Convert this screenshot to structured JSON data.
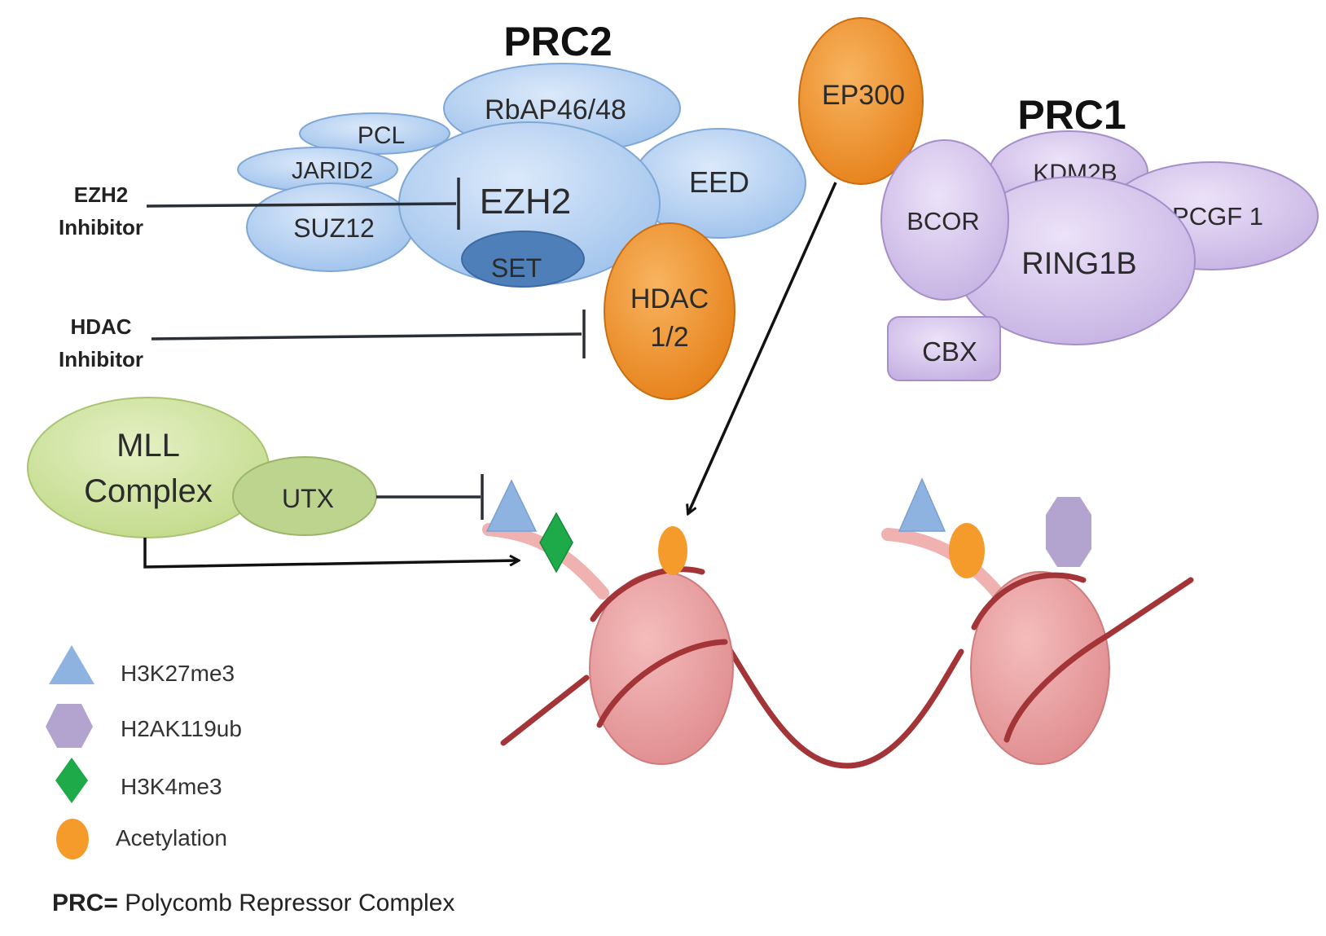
{
  "prc2": {
    "title": "PRC2",
    "proteins": {
      "rbap": "RbAP46/48",
      "pcl": "PCL",
      "jarid2": "JARID2",
      "suz12": "SUZ12",
      "ezh2": "EZH2",
      "set": "SET",
      "eed": "EED"
    }
  },
  "hdac": {
    "line1": "HDAC",
    "line2": "1/2"
  },
  "ep300": "EP300",
  "prc1": {
    "title": "PRC1",
    "proteins": {
      "kdm2b": "KDM2B",
      "bcor": "BCOR",
      "pcgf1": "PCGF 1",
      "ring1b": "RING1B",
      "cbx": "CBX"
    }
  },
  "inhibitors": {
    "ezh2": {
      "line1": "EZH2",
      "line2": "Inhibitor"
    },
    "hdac": {
      "line1": "HDAC",
      "line2": "Inhibitor"
    }
  },
  "mll": {
    "line1": "MLL",
    "line2": "Complex",
    "utx": "UTX"
  },
  "legend": [
    {
      "label": "H3K27me3",
      "shape": "triangle",
      "color": "#8fb3e0"
    },
    {
      "label": "H2AK119ub",
      "shape": "hexagon",
      "color": "#b3a3cf"
    },
    {
      "label": "H3K4me3",
      "shape": "diamond",
      "color": "#1faa4a"
    },
    {
      "label": "Acetylation",
      "shape": "circle",
      "color": "#f59b2b"
    }
  ],
  "footnote": {
    "bold": "PRC=",
    "text": " Polycomb Repressor Complex"
  },
  "colors": {
    "prc2": "#a9c9ef",
    "set": "#4f7fb8",
    "orange": "#f2901f",
    "prc1": "#d4c3ec",
    "mll": "#cfe39f",
    "utx": "#bcd48e",
    "nucleosome": "#e99b9c",
    "dna": "#a33539"
  }
}
